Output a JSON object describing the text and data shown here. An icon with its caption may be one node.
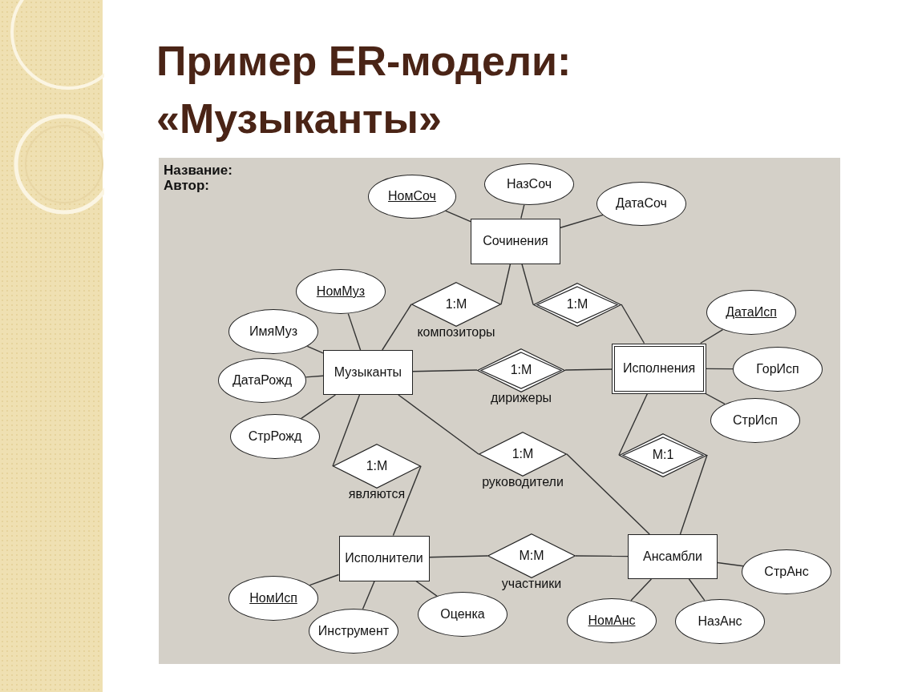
{
  "diagram": {
    "title": "Пример ER-модели: «Музыканты»",
    "nodes": [
      {
        "text": [
          "Сочинения"
        ]
      },
      {
        "text": [
          "НомСоч"
        ]
      },
      {
        "text": [
          "НазСоч"
        ]
      },
      {
        "text": [
          "ДатаСоч"
        ]
      },
      {
        "text": [
          "Музыканты"
        ]
      },
      {
        "text": [
          "НомМуз"
        ]
      },
      {
        "text": [
          "ИмяМуз"
        ]
      },
      {
        "text": [
          "ДатаРожд"
        ]
      },
      {
        "text": [
          "СтрРожд"
        ]
      },
      {
        "text": [
          "1:M"
        ],
        "beside": [
          "композиторы"
        ]
      },
      {
        "text": [
          "1:M"
        ]
      },
      {
        "text": [
          "Исполнения"
        ]
      },
      {
        "text": [
          "ДатаИсп"
        ]
      },
      {
        "text": [
          "ГорИсп"
        ]
      },
      {
        "text": [
          "СтрИсп"
        ]
      },
      {
        "text": [
          "1:M"
        ],
        "beside": [
          "дирижеры"
        ]
      },
      {
        "text": [
          "1:M"
        ],
        "beside": [
          "являются"
        ]
      },
      {
        "text": [
          "1:M"
        ],
        "beside": [
          "руководители"
        ]
      },
      {
        "text": [
          "M:1"
        ]
      },
      {
        "text": [
          "Исполнители"
        ]
      },
      {
        "text": [
          "НомИсп"
        ]
      },
      {
        "text": [
          "Инструмент"
        ]
      },
      {
        "text": [
          "Оценка"
        ]
      },
      {
        "text": [
          "M:M"
        ],
        "beside": [
          "участники"
        ]
      },
      {
        "text": [
          "Ансамбли"
        ]
      },
      {
        "text": [
          "СтрАнс"
        ]
      },
      {
        "text": [
          "НомАнс"
        ]
      },
      {
        "text": [
          "НазАнс"
        ]
      }
    ],
    "edges": [
      {
        "from": 1,
        "to": 0,
        "arrow": "none"
      },
      {
        "from": 2,
        "to": 0,
        "arrow": "none"
      },
      {
        "from": 3,
        "to": 0,
        "arrow": "none"
      },
      {
        "from": 5,
        "to": 4,
        "arrow": "none"
      },
      {
        "from": 6,
        "to": 4,
        "arrow": "none"
      },
      {
        "from": 7,
        "to": 4,
        "arrow": "none"
      },
      {
        "from": 8,
        "to": 4,
        "arrow": "none"
      },
      {
        "from": 4,
        "to": 9,
        "arrow": "none"
      },
      {
        "from": 9,
        "to": 0,
        "arrow": "none"
      },
      {
        "from": 0,
        "to": 10,
        "arrow": "none"
      },
      {
        "from": 10,
        "to": 11,
        "arrow": "none"
      },
      {
        "from": 4,
        "to": 15,
        "arrow": "none"
      },
      {
        "from": 15,
        "to": 11,
        "arrow": "none"
      },
      {
        "from": 12,
        "to": 11,
        "arrow": "none"
      },
      {
        "from": 13,
        "to": 11,
        "arrow": "none"
      },
      {
        "from": 14,
        "to": 11,
        "arrow": "none"
      },
      {
        "from": 4,
        "to": 16,
        "arrow": "none"
      },
      {
        "from": 16,
        "to": 19,
        "arrow": "none"
      },
      {
        "from": 4,
        "to": 17,
        "arrow": "none"
      },
      {
        "from": 17,
        "to": 24,
        "arrow": "none"
      },
      {
        "from": 11,
        "to": 18,
        "arrow": "none"
      },
      {
        "from": 18,
        "to": 24,
        "arrow": "none"
      },
      {
        "from": 19,
        "to": 23,
        "arrow": "none"
      },
      {
        "from": 23,
        "to": 24,
        "arrow": "none"
      },
      {
        "from": 20,
        "to": 19,
        "arrow": "none"
      },
      {
        "from": 21,
        "to": 19,
        "arrow": "none"
      },
      {
        "from": 22,
        "to": 19,
        "arrow": "none"
      },
      {
        "from": 25,
        "to": 24,
        "arrow": "none"
      },
      {
        "from": 26,
        "to": 24,
        "arrow": "none"
      },
      {
        "from": 27,
        "to": 24,
        "arrow": "none"
      }
    ],
    "labels": [
      "Название:",
      "Автор:"
    ]
  }
}
